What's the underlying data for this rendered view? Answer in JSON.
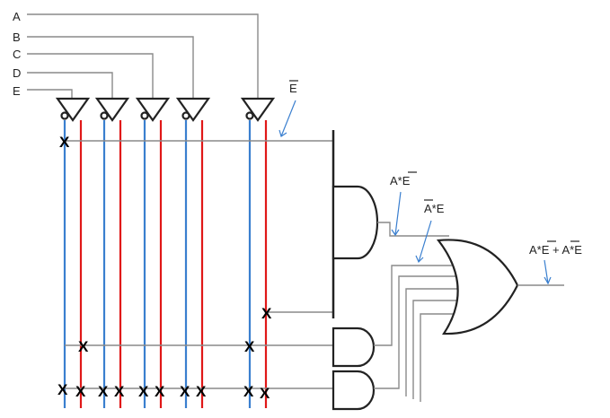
{
  "inputs": [
    "A",
    "B",
    "C",
    "D",
    "E"
  ],
  "annotations": {
    "e_bar": "E",
    "a_and_ebar": "A*E",
    "abar_and_e": "A*E",
    "output": "A*E + A*E"
  },
  "cross_label": "X",
  "colors": {
    "true_line": "#e01818",
    "complement_line": "#3a7fcf",
    "wire": "#8a8a8a",
    "arrow": "#3a7fcf"
  }
}
